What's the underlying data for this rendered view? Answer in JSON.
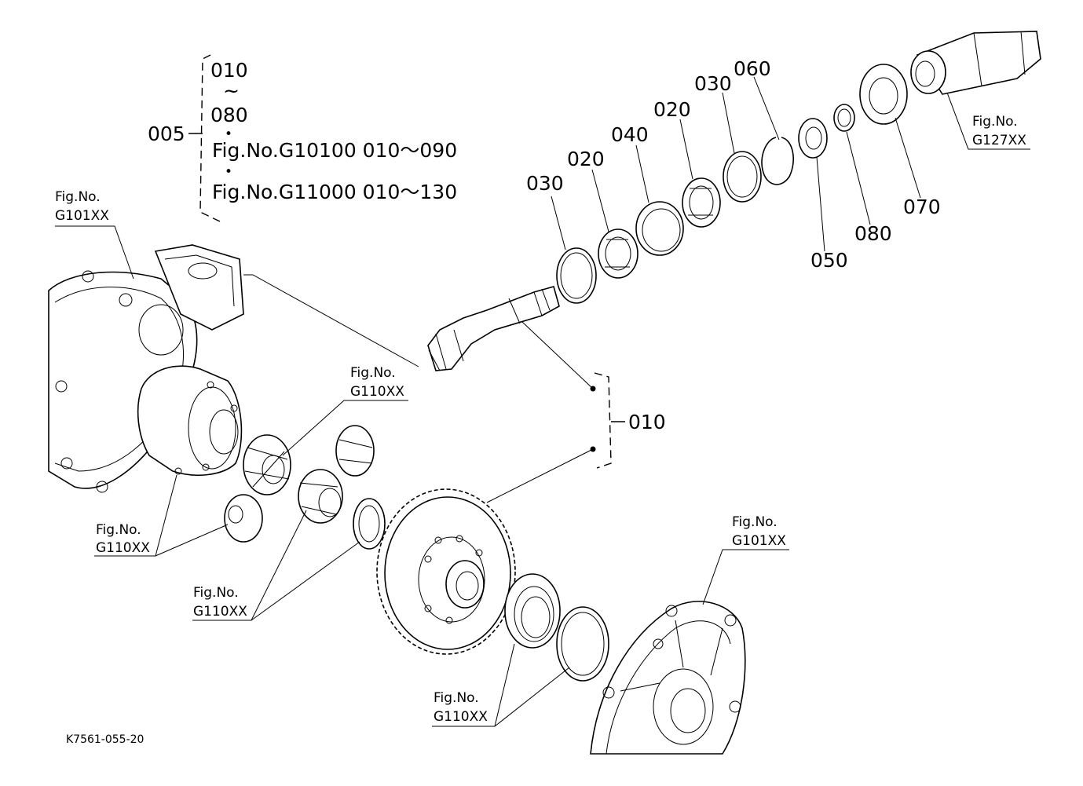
{
  "header_group": {
    "ref": "005",
    "range_start": "010",
    "range_sep": "~",
    "range_end": "080",
    "bullet1": "•",
    "line1": "Fig.No.G10100  010～090",
    "bullet2": "•",
    "line2": "Fig.No.G11000  010～130"
  },
  "callouts": {
    "c030_a": "030",
    "c020_a": "020",
    "c040": "040",
    "c020_b": "020",
    "c030_b": "030",
    "c060": "060",
    "c050": "050",
    "c080": "080",
    "c070": "070",
    "c010": "010"
  },
  "fig_refs": [
    {
      "line1": "Fig.No.",
      "line2": "G101XX"
    },
    {
      "line1": "Fig.No.",
      "line2": "G110XX"
    },
    {
      "line1": "Fig.No.",
      "line2": "G110XX"
    },
    {
      "line1": "Fig.No.",
      "line2": "G110XX"
    },
    {
      "line1": "Fig.No.",
      "line2": "G101XX"
    },
    {
      "line1": "Fig.No.",
      "line2": "G110XX"
    },
    {
      "line1": "Fig.No.",
      "line2": "G127XX"
    }
  ],
  "drawing_code": "K7561-055-20"
}
